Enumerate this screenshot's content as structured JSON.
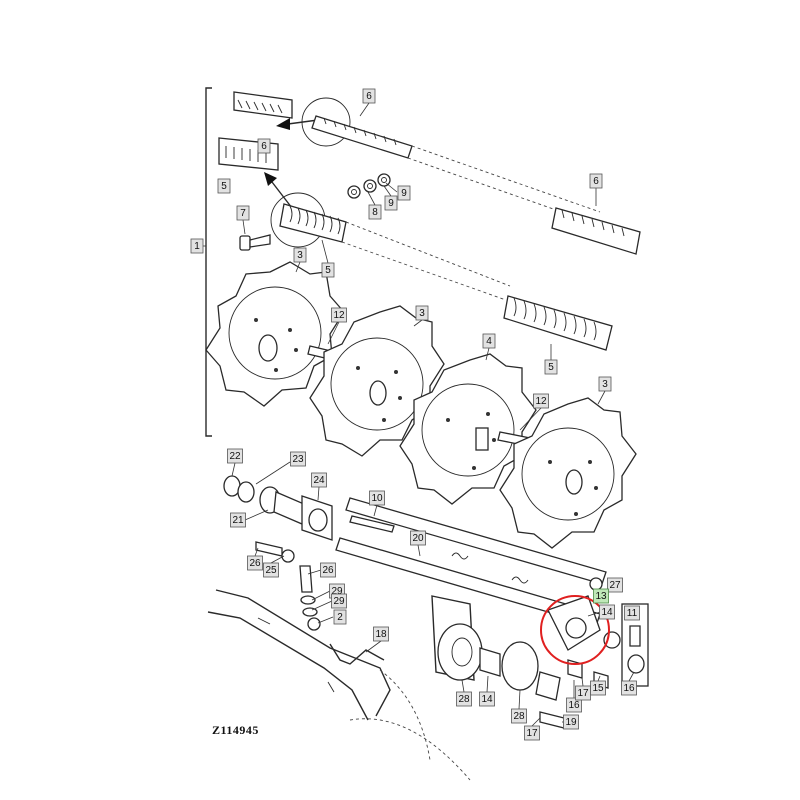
{
  "figure_code": "Z114945",
  "callouts": [
    {
      "id": "c1",
      "label": "1"
    },
    {
      "id": "c6a",
      "label": "6"
    },
    {
      "id": "c6b",
      "label": "6"
    },
    {
      "id": "c6c",
      "label": "6"
    },
    {
      "id": "c5a",
      "label": "5"
    },
    {
      "id": "c5b",
      "label": "5"
    },
    {
      "id": "c5c",
      "label": "5"
    },
    {
      "id": "c7",
      "label": "7"
    },
    {
      "id": "c8",
      "label": "8"
    },
    {
      "id": "c9a",
      "label": "9"
    },
    {
      "id": "c9b",
      "label": "9"
    },
    {
      "id": "c3a",
      "label": "3"
    },
    {
      "id": "c3b",
      "label": "3"
    },
    {
      "id": "c3c",
      "label": "3"
    },
    {
      "id": "c4",
      "label": "4"
    },
    {
      "id": "c12a",
      "label": "12"
    },
    {
      "id": "c12b",
      "label": "12"
    },
    {
      "id": "c22",
      "label": "22"
    },
    {
      "id": "c23",
      "label": "23"
    },
    {
      "id": "c24",
      "label": "24"
    },
    {
      "id": "c21",
      "label": "21"
    },
    {
      "id": "c10",
      "label": "10"
    },
    {
      "id": "c20",
      "label": "20"
    },
    {
      "id": "c25",
      "label": "25"
    },
    {
      "id": "c26a",
      "label": "26"
    },
    {
      "id": "c26b",
      "label": "26"
    },
    {
      "id": "c29a",
      "label": "29"
    },
    {
      "id": "c29b",
      "label": "29"
    },
    {
      "id": "c2",
      "label": "2"
    },
    {
      "id": "c18",
      "label": "18"
    },
    {
      "id": "c27",
      "label": "27"
    },
    {
      "id": "c13",
      "label": "13"
    },
    {
      "id": "c14a",
      "label": "14"
    },
    {
      "id": "c14b",
      "label": "14"
    },
    {
      "id": "c11",
      "label": "11"
    },
    {
      "id": "c15",
      "label": "15"
    },
    {
      "id": "c16a",
      "label": "16"
    },
    {
      "id": "c16b",
      "label": "16"
    },
    {
      "id": "c17a",
      "label": "17"
    },
    {
      "id": "c17b",
      "label": "17"
    },
    {
      "id": "c28a",
      "label": "28"
    },
    {
      "id": "c28b",
      "label": "28"
    },
    {
      "id": "c19",
      "label": "19"
    }
  ],
  "highlight": {
    "color": "#e02020"
  }
}
